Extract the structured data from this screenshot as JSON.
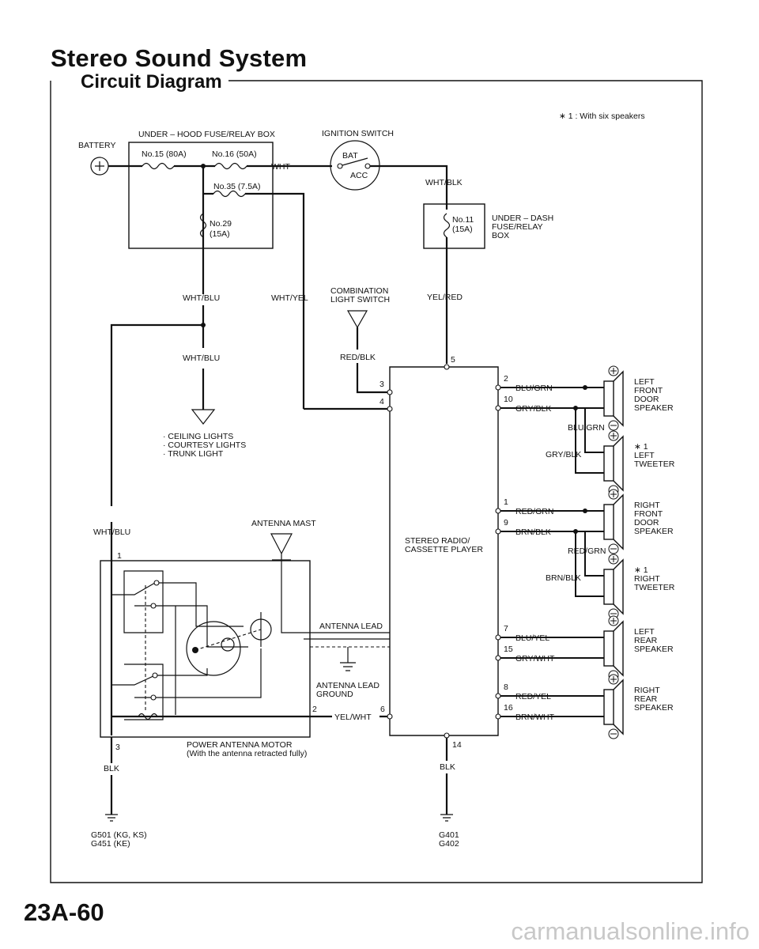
{
  "header": {
    "title": "Stereo Sound System",
    "subtitle": "Circuit Diagram"
  },
  "note": "∗ 1 : With six speakers",
  "labels": {
    "battery": "BATTERY",
    "underhood_box": "UNDER – HOOD FUSE/RELAY BOX",
    "fuse15": "No.15 (80A)",
    "fuse16": "No.16 (50A)",
    "fuse35": "No.35 (7.5A)",
    "fuse29_a": "No.29",
    "fuse29_b": "(15A)",
    "ignition_switch": "IGNITION SWITCH",
    "bat": "BAT",
    "acc": "ACC",
    "wht": "WHT",
    "wht_blk": "WHT/BLK",
    "fuse11_a": "No.11",
    "fuse11_b": "(15A)",
    "underdash_a": "UNDER – DASH",
    "underdash_b": "FUSE/RELAY",
    "underdash_c": "BOX",
    "wht_blu_1": "WHT/BLU",
    "wht_yel": "WHT/YEL",
    "combo_a": "COMBINATION",
    "combo_b": "LIGHT SWITCH",
    "yel_red": "YEL/RED",
    "wht_blu_2": "WHT/BLU",
    "red_blk": "RED/BLK",
    "pin5": "5",
    "pin3": "3",
    "pin4": "4",
    "loads_1": "· CEILING LIGHTS",
    "loads_2": "· COURTESY LIGHTS",
    "loads_3": "· TRUNK LIGHT",
    "wht_blu_3": "WHT/BLU",
    "antenna_mast": "ANTENNA MAST",
    "radio_a": "STEREO RADIO/",
    "radio_b": "CASSETTE PLAYER",
    "pin1_left": "1",
    "antenna_lead": "ANTENNA LEAD",
    "antenna_ground_a": "ANTENNA LEAD",
    "antenna_ground_b": "GROUND",
    "pin2_motor": "2",
    "pin6": "6",
    "yel_wht": "YEL/WHT",
    "pin3_motor": "3",
    "motor_a": "POWER ANTENNA MOTOR",
    "motor_b": "(With the antenna retracted fully)",
    "pin14": "14",
    "blk_1": "BLK",
    "blk_2": "BLK",
    "g501": "G501 (KG, KS)",
    "g451": "G451 (KE)",
    "g401": "G401",
    "g402": "G402"
  },
  "speakers": [
    {
      "pin_a": "2",
      "wire_a": "BLU/GRN",
      "pin_b": "10",
      "wire_b": "GRY/BLK",
      "name": [
        "LEFT",
        "FRONT",
        "DOOR",
        "SPEAKER"
      ]
    },
    {
      "wire_a": "BLU/GRN",
      "wire_b": "GRY/BLK",
      "name": [
        "∗ 1",
        "LEFT",
        "TWEETER"
      ]
    },
    {
      "pin_a": "1",
      "wire_a": "RED/GRN",
      "pin_b": "9",
      "wire_b": "BRN/BLK",
      "name": [
        "RIGHT",
        "FRONT",
        "DOOR",
        "SPEAKER"
      ]
    },
    {
      "wire_a": "RED/GRN",
      "wire_b": "BRN/BLK",
      "name": [
        "∗ 1",
        "RIGHT",
        "TWEETER"
      ]
    },
    {
      "pin_a": "7",
      "wire_a": "BLU/YEL",
      "pin_b": "15",
      "wire_b": "GRY/WHT",
      "name": [
        "LEFT",
        "REAR",
        "SPEAKER"
      ]
    },
    {
      "pin_a": "8",
      "wire_a": "RED/YEL",
      "pin_b": "16",
      "wire_b": "BRN/WHT",
      "name": [
        "RIGHT",
        "REAR",
        "SPEAKER"
      ]
    }
  ],
  "footer": {
    "page": "23A-60",
    "watermark": "carmanualsonline.info"
  }
}
